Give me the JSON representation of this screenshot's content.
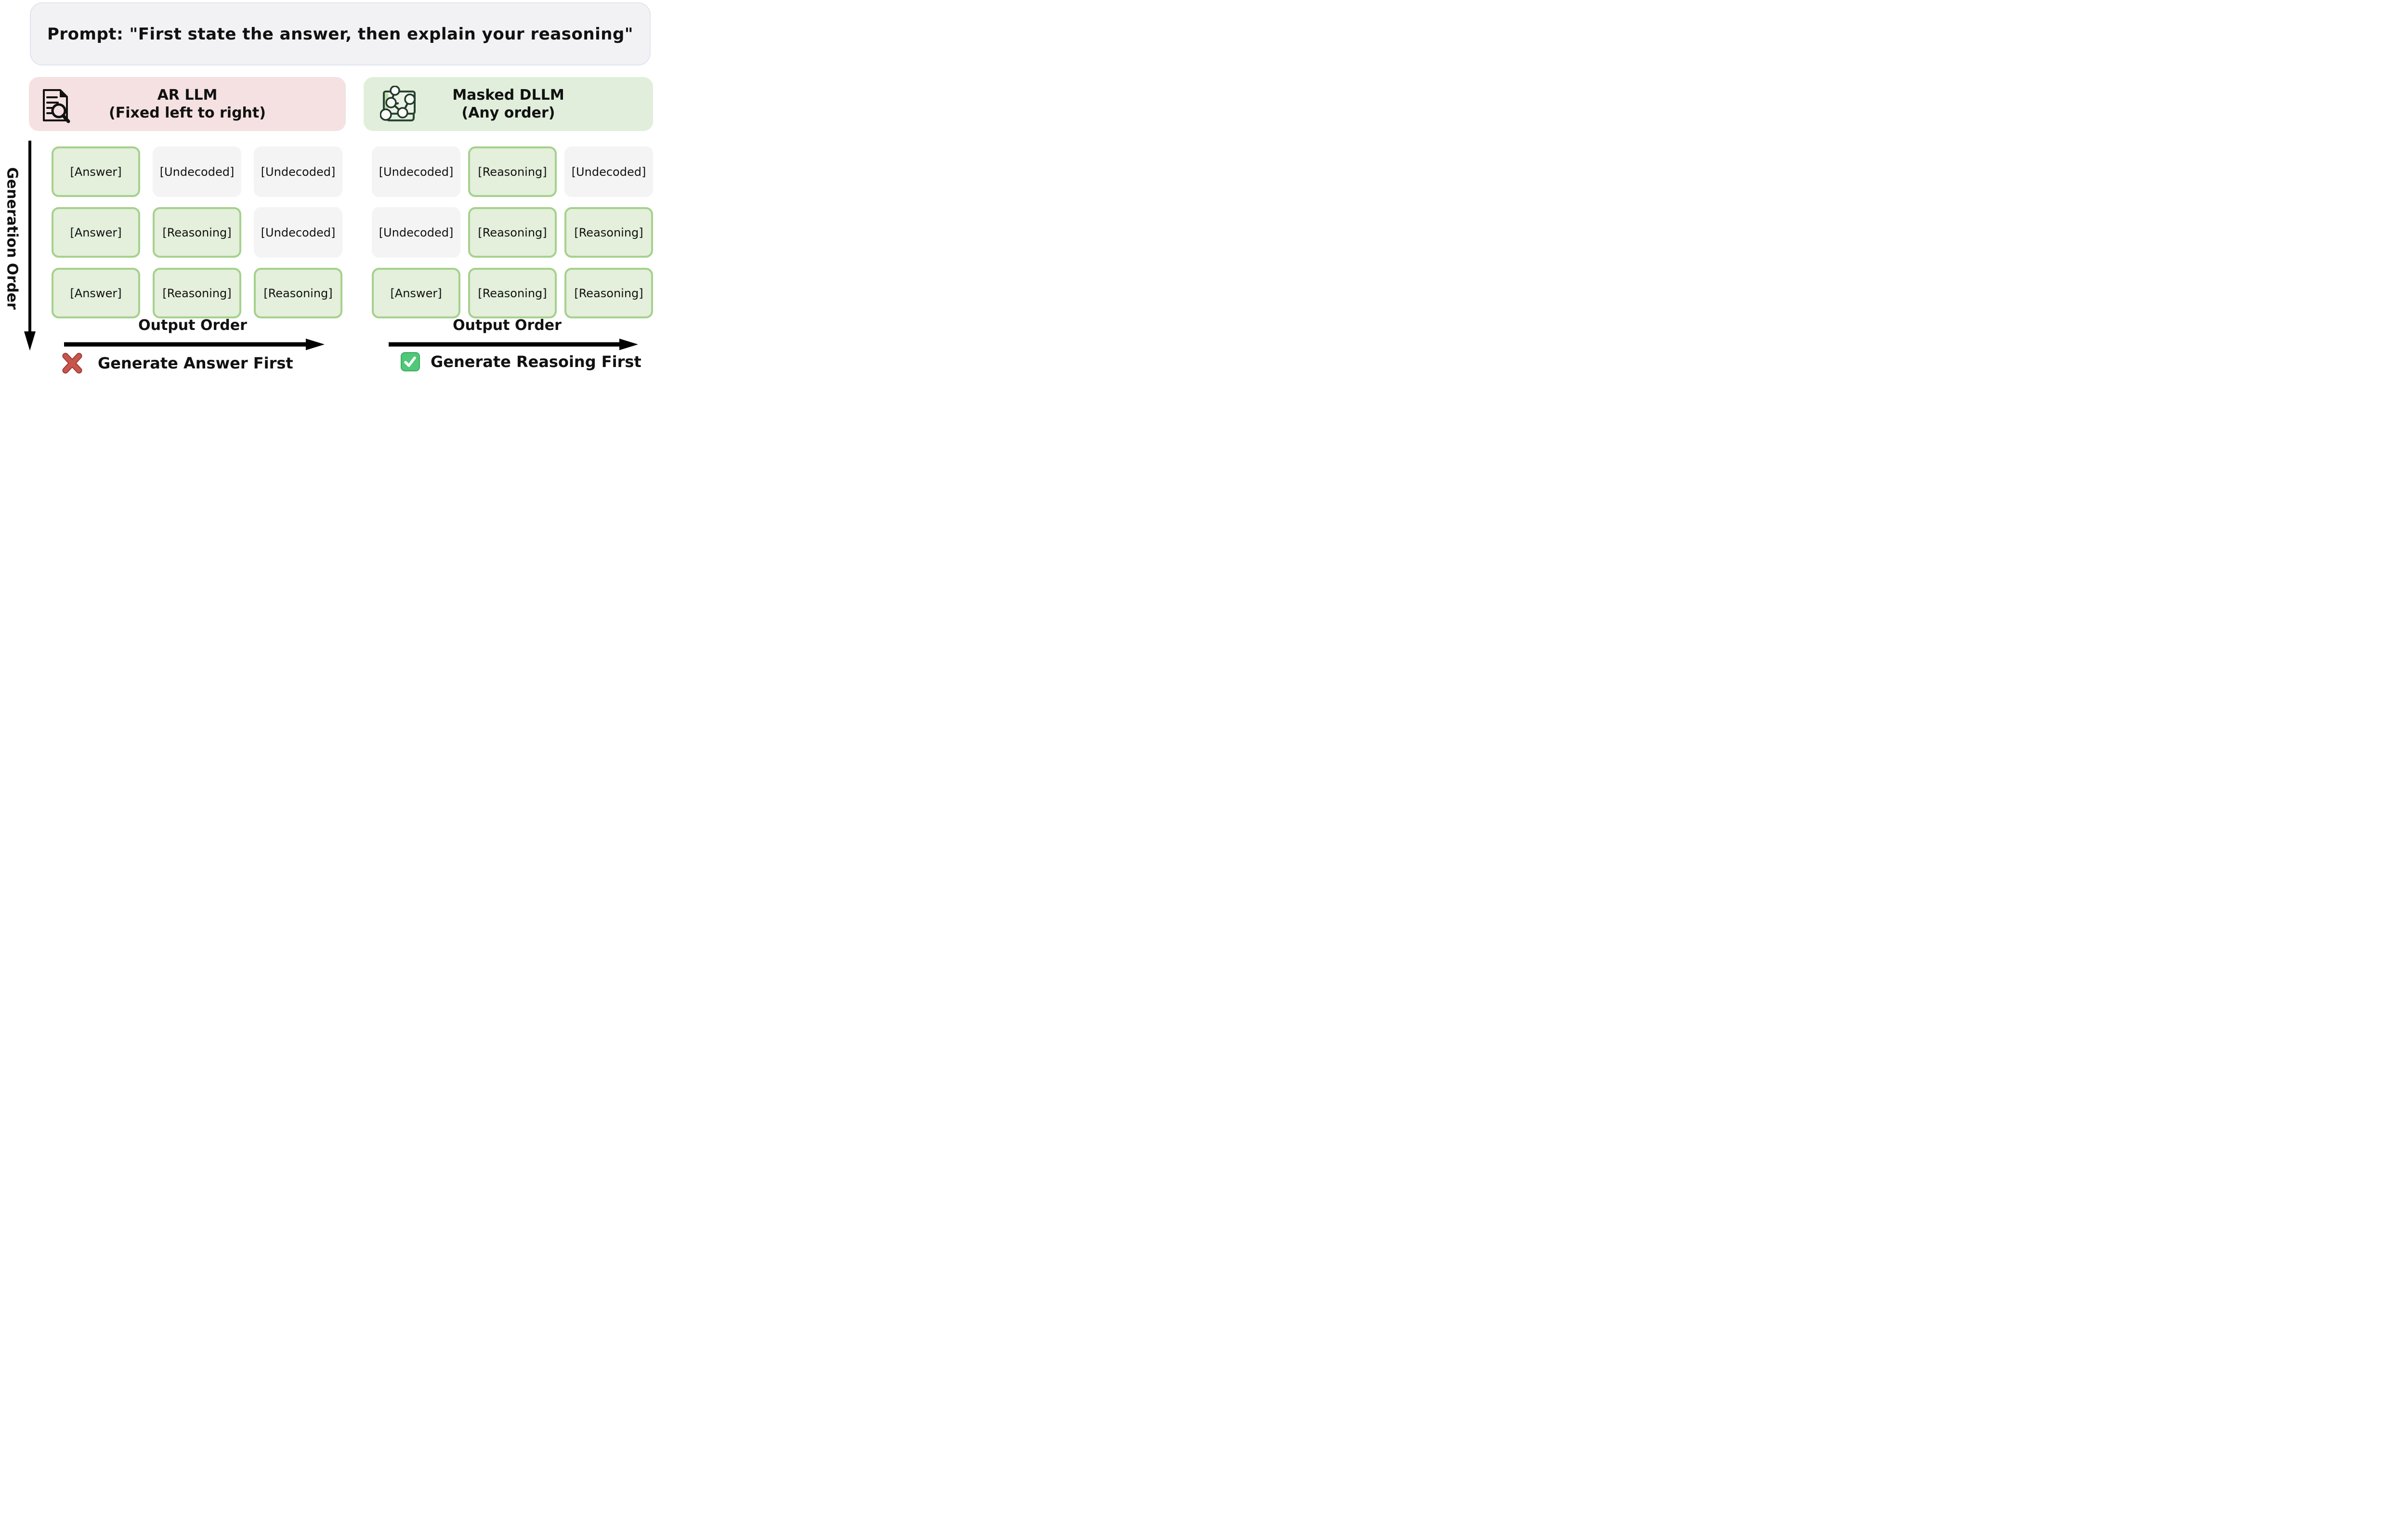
{
  "prompt": {
    "text": "Prompt: \"First state the answer, then explain your reasoning\""
  },
  "axis_y": "Generation Order",
  "panels": [
    {
      "title": "AR LLM",
      "subtitle": "(Fixed left to right)",
      "icon": "document-magnifier-icon",
      "rows": [
        [
          "[Answer]",
          "[Undecoded]",
          "[Undecoded]"
        ],
        [
          "[Answer]",
          "[Reasoning]",
          "[Undecoded]"
        ],
        [
          "[Answer]",
          "[Reasoning]",
          "[Reasoning]"
        ]
      ],
      "cell_states": [
        [
          "decoded",
          "undecoded",
          "undecoded"
        ],
        [
          "decoded",
          "decoded",
          "undecoded"
        ],
        [
          "decoded",
          "decoded",
          "decoded"
        ]
      ],
      "axis_x": "Output Order",
      "caption": {
        "icon": "cross-icon",
        "text": "Generate Answer First"
      }
    },
    {
      "title": "Masked DLLM",
      "subtitle": "(Any order)",
      "icon": "graph-network-icon",
      "rows": [
        [
          "[Undecoded]",
          "[Reasoning]",
          "[Undecoded]"
        ],
        [
          "[Undecoded]",
          "[Reasoning]",
          "[Reasoning]"
        ],
        [
          "[Answer]",
          "[Reasoning]",
          "[Reasoning]"
        ]
      ],
      "cell_states": [
        [
          "undecoded",
          "decoded",
          "undecoded"
        ],
        [
          "undecoded",
          "decoded",
          "decoded"
        ],
        [
          "decoded",
          "decoded",
          "decoded"
        ]
      ],
      "axis_x": "Output Order",
      "caption": {
        "icon": "check-icon",
        "text": "Generate Reasoing First"
      }
    }
  ],
  "colors": {
    "prompt_bg": "#f2f2f4",
    "prompt_border": "#e0e4f0",
    "pink_header": "#f5e1e2",
    "green_header": "#e0eedb",
    "green_fill": "#e4efdc",
    "green_border": "#a5d18c",
    "gray_fill": "#f4f4f5",
    "cross_red": "#bd4a42",
    "check_green": "#4fc878",
    "text": "#111111",
    "arrow": "#000000"
  }
}
